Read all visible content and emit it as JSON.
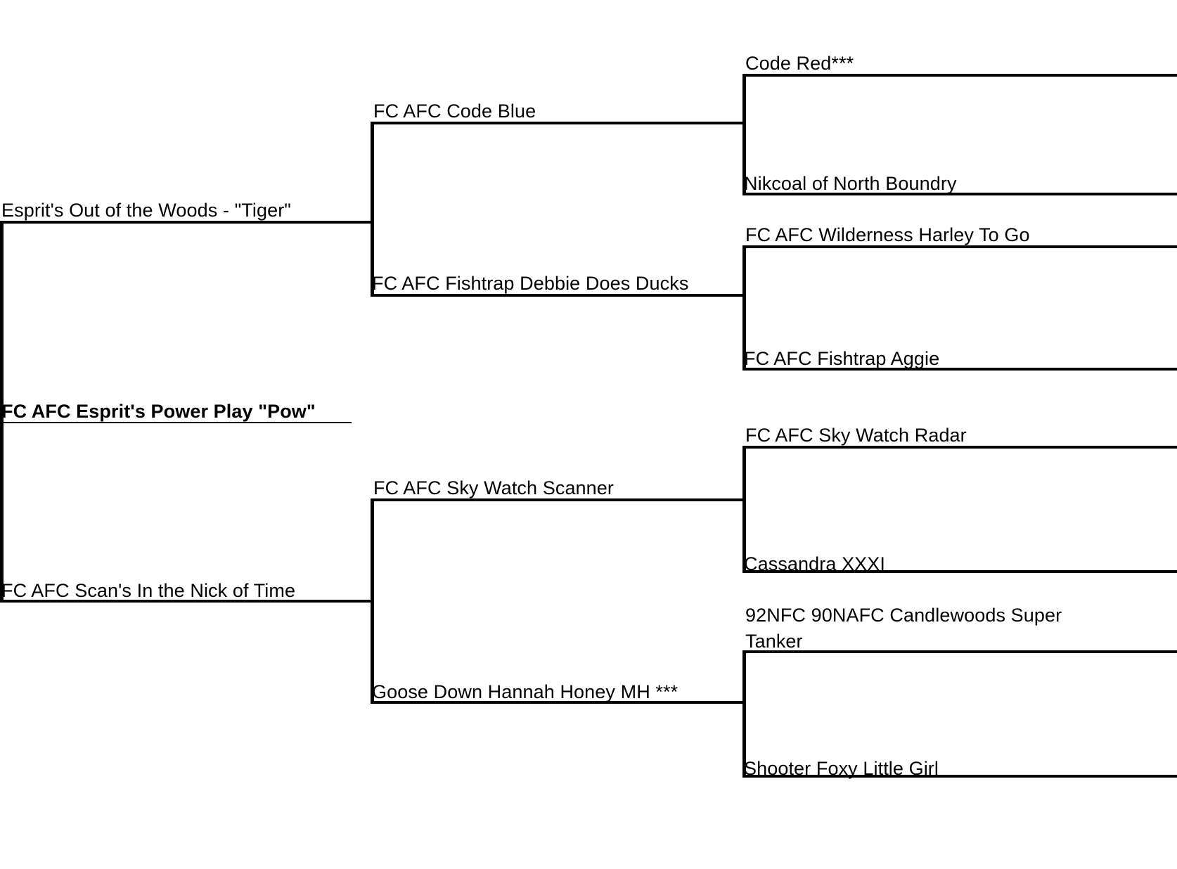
{
  "chart_data": {
    "type": "table",
    "title": "",
    "columns": 3,
    "rounds": [
      {
        "round": 1,
        "name": "left-column",
        "entries": [
          {
            "label": "Esprit's Out of the Woods - \"Tiger\"",
            "bold": false
          },
          {
            "label": "FC AFC Esprit's Power Play \"Pow\"",
            "bold": true
          },
          {
            "label": "FC AFC Scan's In the Nick of Time",
            "bold": false
          }
        ]
      },
      {
        "round": 2,
        "name": "middle-column",
        "entries": [
          {
            "label": "FC AFC Code Blue",
            "bold": false
          },
          {
            "label": "FC AFC Fishtrap Debbie Does Ducks",
            "bold": false
          },
          {
            "label": "FC AFC Sky Watch Scanner",
            "bold": false
          },
          {
            "label": "Goose Down Hannah Honey MH ***",
            "bold": false
          }
        ]
      },
      {
        "round": 3,
        "name": "right-column",
        "entries": [
          {
            "label": "Code Red***",
            "bold": false
          },
          {
            "label": "Nikcoal of North Boundry",
            "bold": false
          },
          {
            "label": "FC AFC Wilderness Harley To Go",
            "bold": false
          },
          {
            "label": "FC AFC Fishtrap Aggie",
            "bold": false
          },
          {
            "label": "FC AFC Sky Watch Radar",
            "bold": false
          },
          {
            "label": "Cassandra XXXI",
            "bold": false
          },
          {
            "label": "92NFC 90NAFC Candlewoods Super Tanker",
            "bold": false
          },
          {
            "label": "Shooter Foxy Little Girl",
            "bold": false
          }
        ]
      }
    ]
  },
  "colors": {
    "line": "#000000",
    "text": "#000000",
    "background": "#ffffff"
  },
  "left": {
    "top_label": "Esprit's Out of the Woods - \"Tiger\"",
    "mid_label": "FC AFC Esprit's Power Play \"Pow\"",
    "bottom_label": "FC AFC Scan's In the Nick of Time"
  },
  "middle": {
    "group_a": {
      "top_label": "FC AFC Code Blue",
      "bottom_label": "FC AFC Fishtrap Debbie Does Ducks"
    },
    "group_b": {
      "top_label": "FC AFC Sky Watch Scanner",
      "bottom_label": "Goose Down Hannah Honey MH ***"
    }
  },
  "right": {
    "group_a": {
      "top_label": "Code Red***",
      "bottom_label": "Nikcoal of North Boundry"
    },
    "group_b": {
      "top_label": "FC AFC Wilderness Harley To Go",
      "bottom_label": "FC AFC Fishtrap Aggie"
    },
    "group_c": {
      "top_label": "FC AFC Sky Watch Radar",
      "bottom_label": "Cassandra XXXI"
    },
    "group_d": {
      "top_label": "92NFC 90NAFC Candlewoods Super Tanker",
      "bottom_label": "Shooter Foxy Little Girl"
    }
  }
}
